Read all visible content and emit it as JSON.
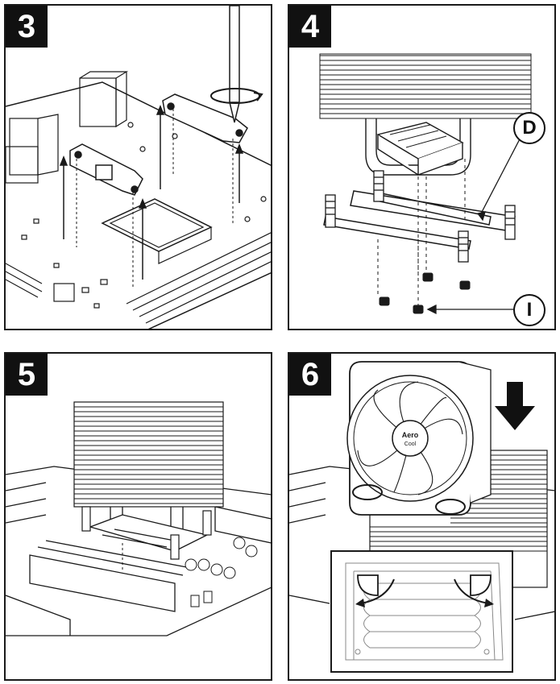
{
  "steps": [
    {
      "number": "3"
    },
    {
      "number": "4",
      "callouts": [
        "D",
        "I"
      ]
    },
    {
      "number": "5"
    },
    {
      "number": "6"
    }
  ],
  "brand": {
    "logo_text": "Aero",
    "logo_sub": "Cool"
  },
  "colors": {
    "line": "#1a1a1a",
    "badge": "#111111",
    "page": "#ffffff"
  },
  "icons": [
    "screwdriver-icon",
    "rotate-arrow-icon",
    "down-arrow-icon",
    "airflow-arrow-icon"
  ]
}
